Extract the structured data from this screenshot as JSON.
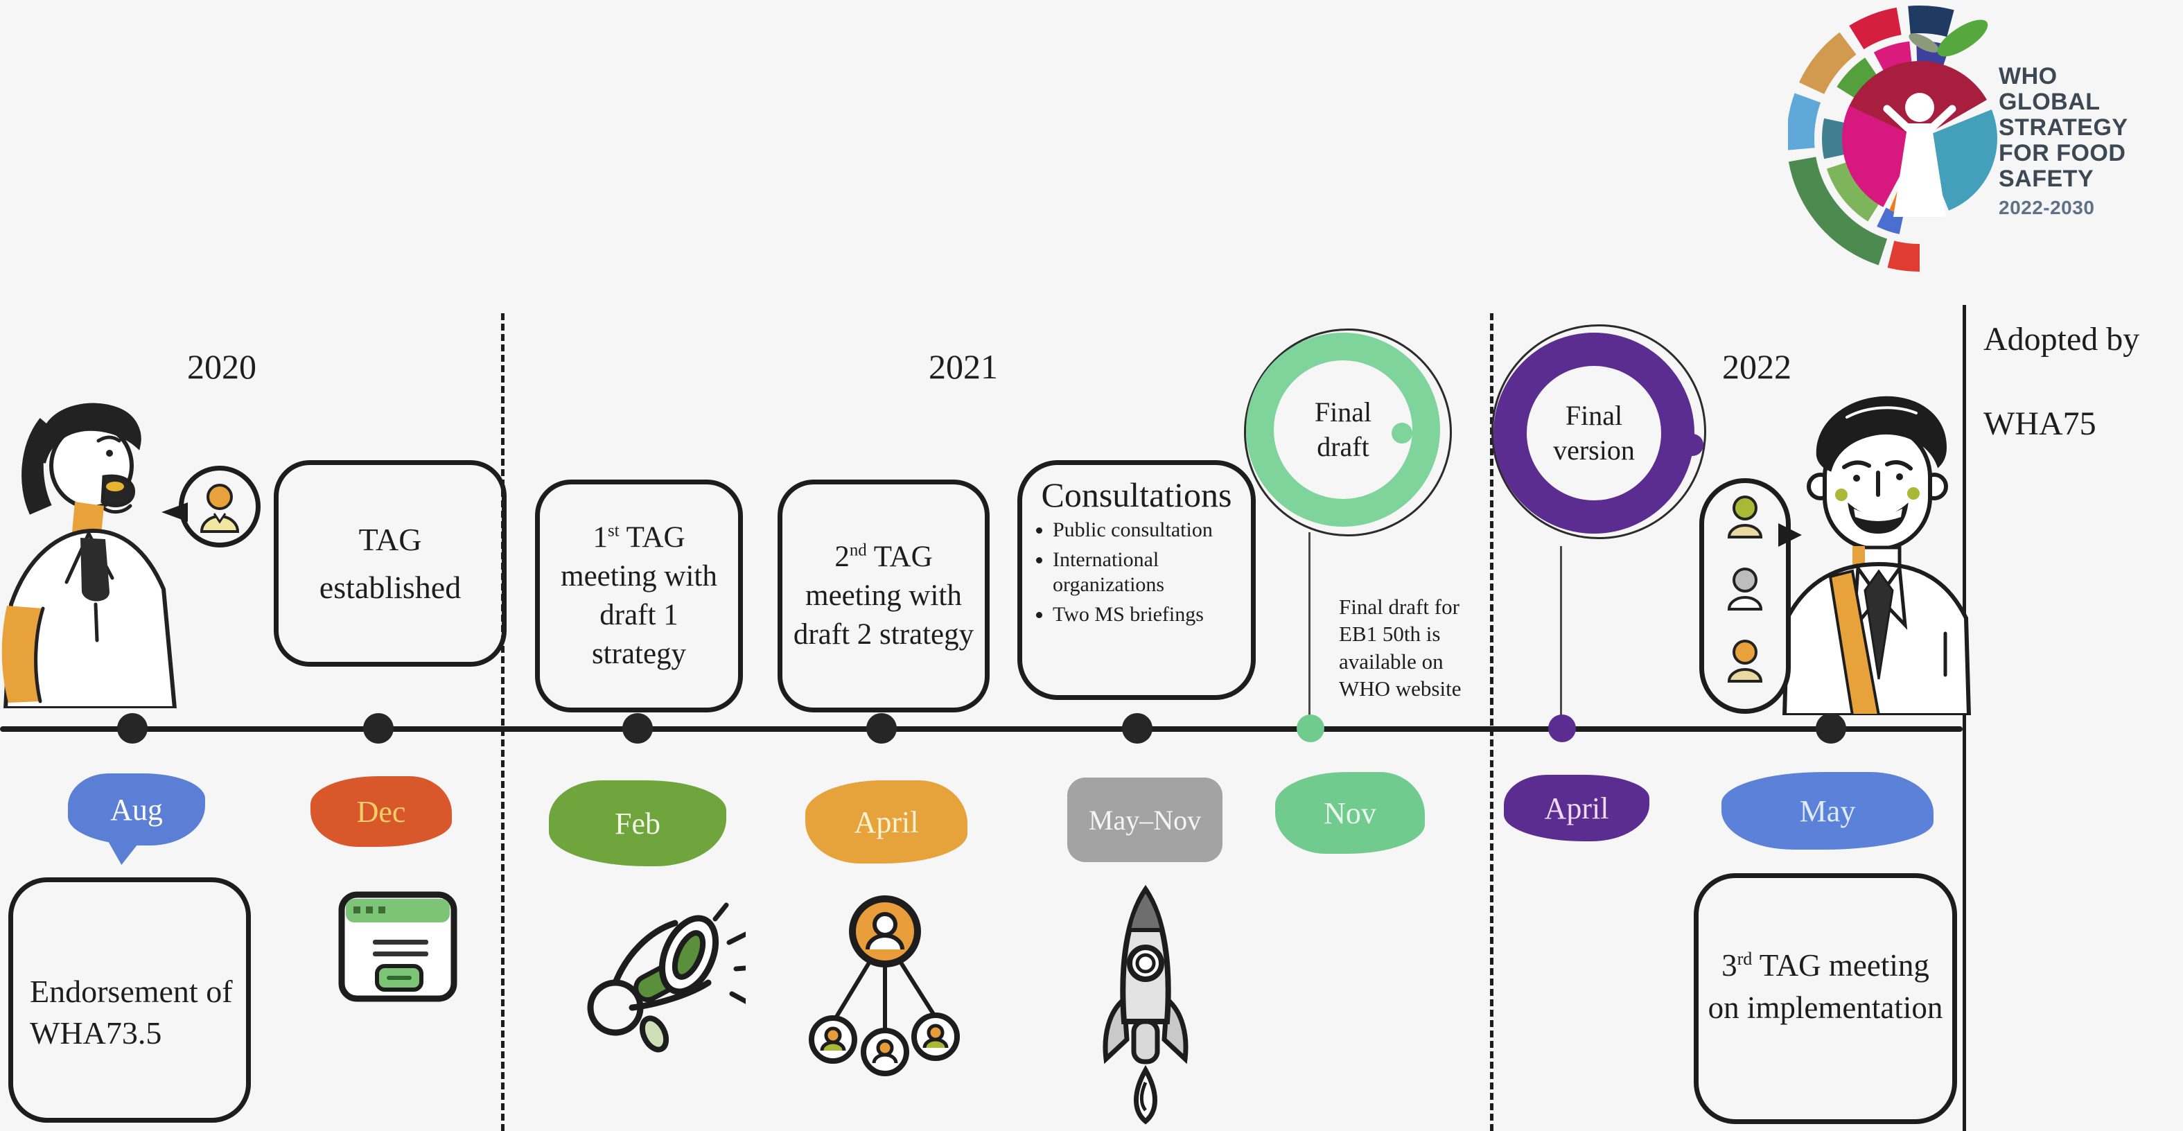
{
  "app": {
    "background_color": "#f6f6f7",
    "accent_dark": "#1d1d1d"
  },
  "logo": {
    "lines": [
      "WHO",
      "GLOBAL",
      "STRATEGY",
      "FOR FOOD",
      "SAFETY"
    ],
    "years": "2022-2030",
    "text_color": "#3c4853",
    "years_color": "#5e7186"
  },
  "years": [
    {
      "label": "2020"
    },
    {
      "label": "2021"
    },
    {
      "label": "2022"
    }
  ],
  "adopted": {
    "line1": "Adopted by",
    "line2": "WHA75"
  },
  "events": {
    "tag_established": {
      "line1": "TAG",
      "line2": "established"
    },
    "tag_meeting_1": {
      "ordinal": "1",
      "suffix": "st",
      "rest": " TAG meeting with draft 1 strategy"
    },
    "tag_meeting_2": {
      "ordinal": "2",
      "suffix": "nd",
      "rest": " TAG meeting with draft 2 strategy"
    },
    "consultations": {
      "title": "Consultations",
      "items": [
        "Public consultation",
        "International organizations",
        "Two MS briefings"
      ]
    },
    "endorsement": {
      "text": "Endorsement of WHA73.5"
    },
    "tag_meeting_3": {
      "ordinal": "3",
      "suffix": "rd",
      "rest": " TAG meeting on implementation"
    }
  },
  "milestones": {
    "final_draft": {
      "line1": "Final",
      "line2": "draft",
      "ring_color": "#7ed49a"
    },
    "final_version": {
      "line1": "Final",
      "line2": "version",
      "ring_color": "#5c2d91"
    }
  },
  "note": {
    "text": "Final draft for EB1 50th is available on WHO website"
  },
  "months": [
    {
      "label": "Aug",
      "year": "2020",
      "color": "#5b7fd4",
      "text_color": "#ffffff"
    },
    {
      "label": "Dec",
      "year": "2020",
      "color": "#d9582b",
      "text_color": "#f0cf6a"
    },
    {
      "label": "Feb",
      "year": "2021",
      "color": "#6fa53c",
      "text_color": "#f0f7e2"
    },
    {
      "label": "April",
      "year": "2021",
      "color": "#e6a33c",
      "text_color": "#fdf3d3"
    },
    {
      "label": "May–Nov",
      "year": "2021",
      "color": "#a3a3a3",
      "text_color": "#f5f5f5"
    },
    {
      "label": "Nov",
      "year": "2021",
      "color": "#72cb8e",
      "text_color": "#e9f8ec"
    },
    {
      "label": "April",
      "year": "2022",
      "color": "#5b2d91",
      "text_color": "#ecdcf8"
    },
    {
      "label": "May",
      "year": "2022",
      "color": "#5b82d8",
      "text_color": "#dfeafc"
    }
  ],
  "icons": [
    "speaker-person-icon",
    "user-speech-bubble-icon",
    "browser-window-icon",
    "megaphone-icon",
    "org-chart-icon",
    "rocket-icon",
    "team-speech-bubble-icon",
    "presenter-person-icon",
    "who-food-safety-logo"
  ],
  "timeline": {
    "line_color": "#1d1d1d",
    "dot_color": "#262626",
    "nov_dot_color": "#72cb8e",
    "april_2022_dot_color": "#5c2d91"
  }
}
